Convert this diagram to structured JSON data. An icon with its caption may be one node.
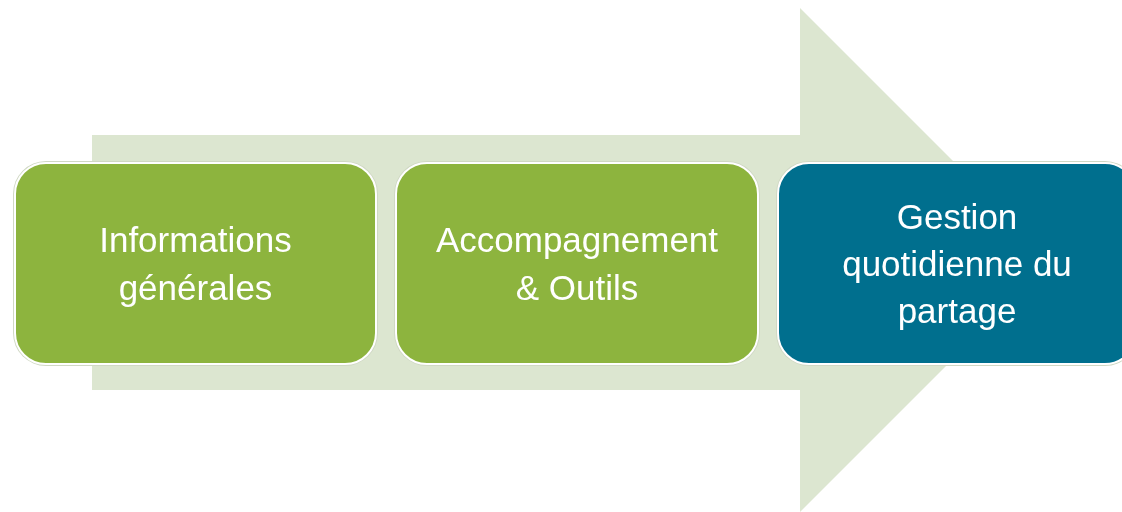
{
  "diagram": {
    "nodes": [
      {
        "text": [
          "Informations générales"
        ]
      },
      {
        "text": [
          "Accompagnement & Outils"
        ]
      },
      {
        "text": [
          "Gestion quotidienne du partage"
        ]
      }
    ],
    "edges": [
      {
        "from": 0,
        "to": 2,
        "arrow": "to"
      }
    ]
  }
}
